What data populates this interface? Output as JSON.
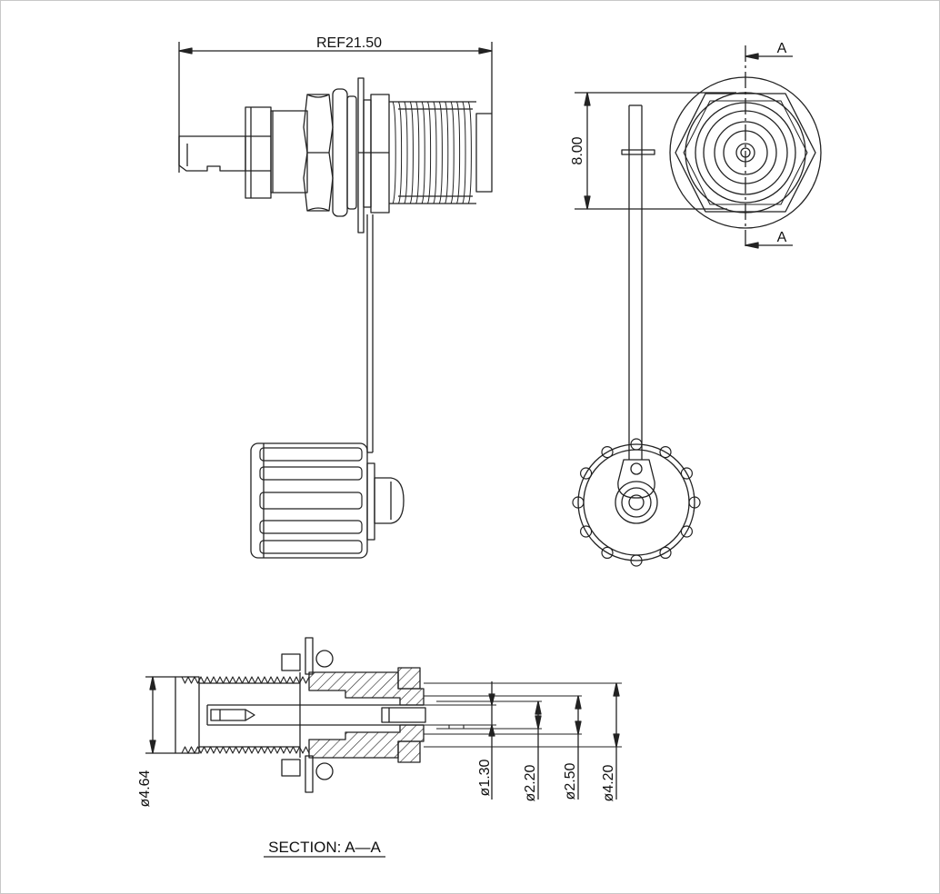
{
  "drawing": {
    "overall_length": "REF21.50",
    "height_dim": "8.00",
    "section_mark_top": "A",
    "section_mark_bottom": "A",
    "dia_body": "ø4.64",
    "dia_pin": "ø1.30",
    "dia_inner": "ø2.20",
    "dia_mid": "ø2.50",
    "dia_outer": "ø4.20",
    "section_title": "SECTION: A—A"
  }
}
